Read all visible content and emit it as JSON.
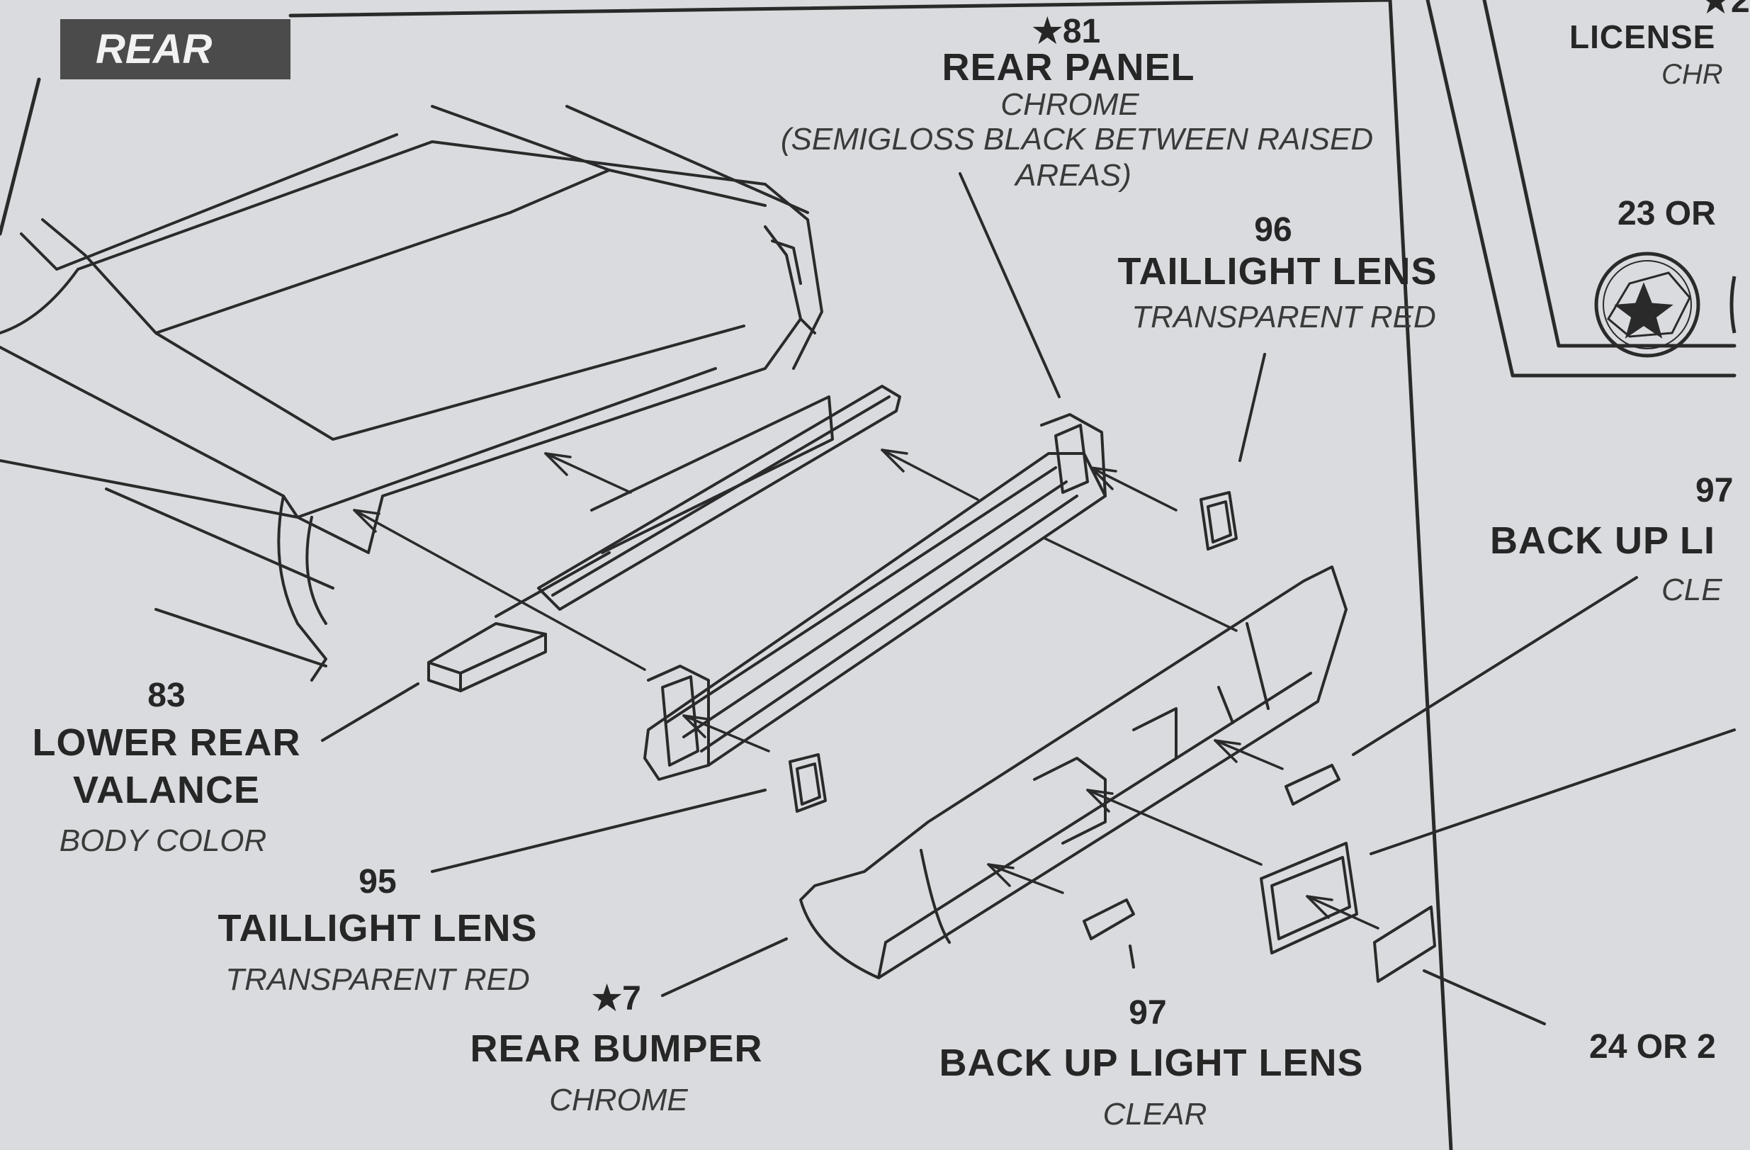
{
  "section": {
    "title": "REAR"
  },
  "parts": {
    "p81": {
      "number": "★81",
      "name": "REAR PANEL",
      "finish": "CHROME",
      "note1": "(SEMIGLOSS BLACK BETWEEN RAISED",
      "note2": "AREAS)"
    },
    "p96": {
      "number": "96",
      "name": "TAILLIGHT LENS",
      "finish": "TRANSPARENT RED"
    },
    "p83": {
      "number": "83",
      "name1": "LOWER REAR",
      "name2": "VALANCE",
      "finish": "BODY COLOR"
    },
    "p95": {
      "number": "95",
      "name": "TAILLIGHT LENS",
      "finish": "TRANSPARENT RED"
    },
    "p7": {
      "number": "★7",
      "name": "REAR BUMPER",
      "finish": "CHROME"
    },
    "p97": {
      "number": "97",
      "name": "BACK UP LIGHT LENS",
      "finish": "CLEAR"
    },
    "p97r": {
      "number": "97",
      "name": "BACK UP LI",
      "finish": "CLE"
    },
    "license": {
      "number": "★2",
      "name": "LICENSE",
      "finish": "CHR"
    },
    "p23": {
      "text": "23 OR"
    },
    "p24": {
      "text": "24 OR 2"
    }
  },
  "colors": {
    "paper": "#d9dbde",
    "ink": "#262626",
    "badge": "#4b4b4b"
  }
}
